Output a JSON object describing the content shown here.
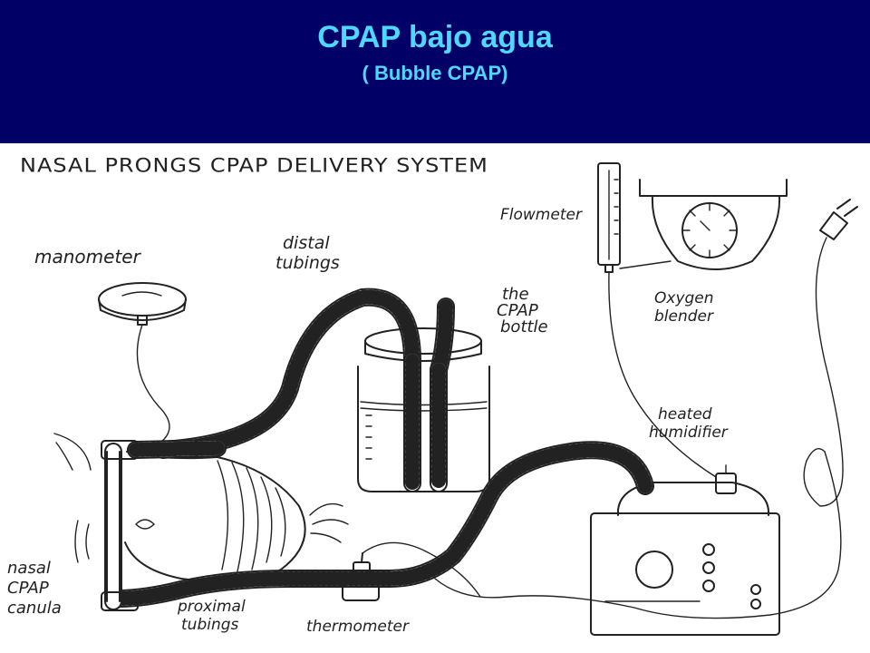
{
  "header": {
    "title": "CPAP bajo agua",
    "subtitle": "( Bubble CPAP)"
  },
  "diagram": {
    "heading": "NASAL PRONGS CPAP DELIVERY SYSTEM",
    "labels": {
      "manometer": "manometer",
      "distal_1": "distal",
      "distal_2": "tubings",
      "bottle_1": "the",
      "bottle_2": "CPAP",
      "bottle_3": "bottle",
      "flowmeter": "Flowmeter",
      "oxygen_1": "Oxygen",
      "oxygen_2": "blender",
      "heated_1": "heated",
      "heated_2": "humidifier",
      "nasal_1": "nasal",
      "nasal_2": "CPAP",
      "nasal_3": "canula",
      "proximal_1": "proximal",
      "proximal_2": "tubings",
      "thermometer": "thermometer"
    }
  },
  "colors": {
    "header_bg": "#000066",
    "title": "#4fd8ff",
    "ink": "#222222"
  }
}
